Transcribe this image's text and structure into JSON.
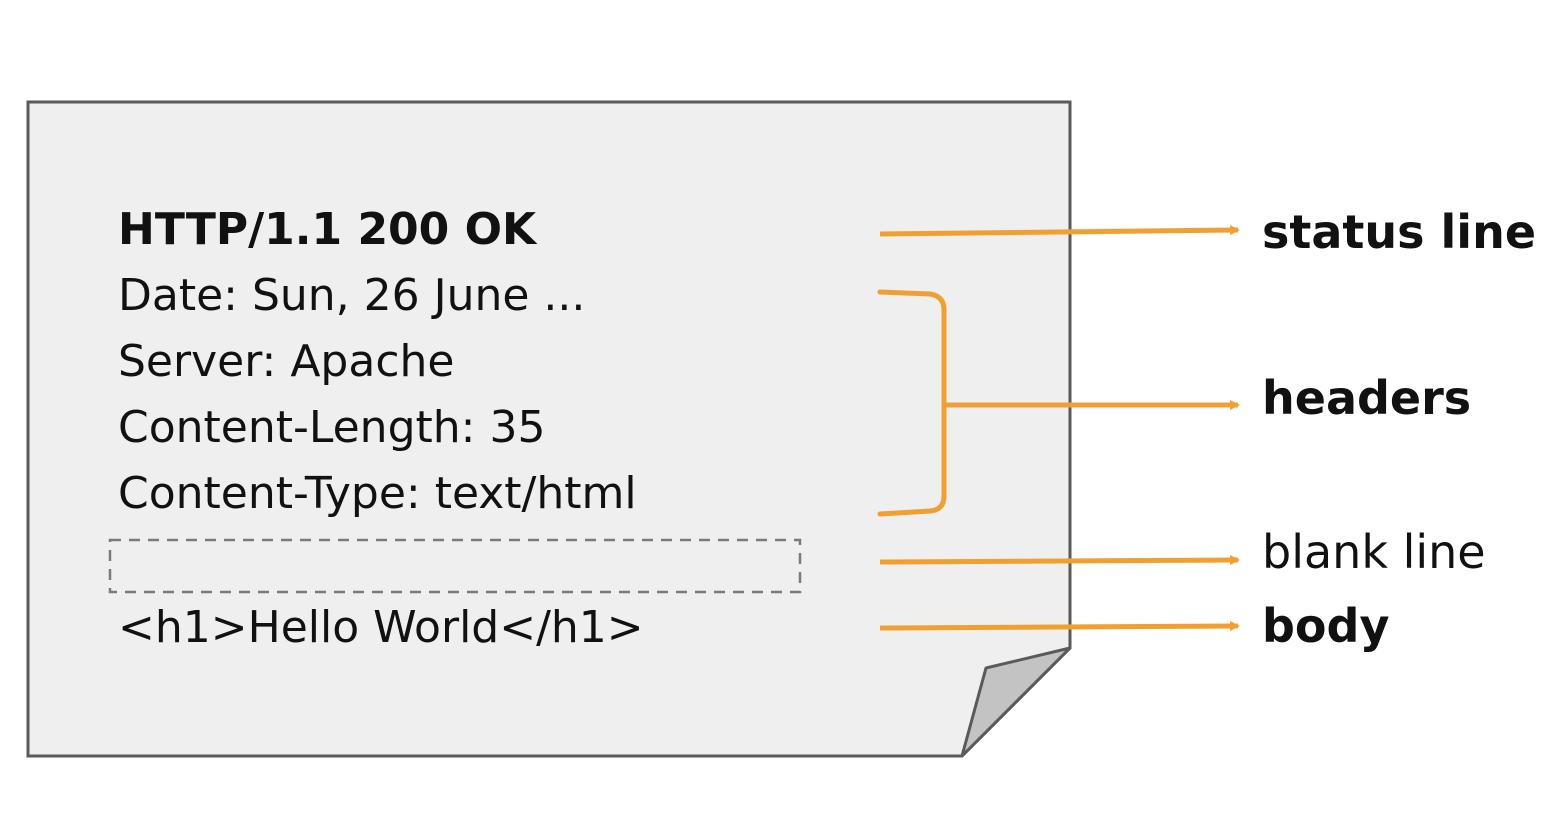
{
  "document": {
    "status_line": "HTTP/1.1 200 OK",
    "headers": [
      "Date: Sun, 26 June ...",
      "Server: Apache",
      "Content-Length: 35",
      "Content-Type: text/html"
    ],
    "body": "<h1>Hello World</h1>"
  },
  "labels": {
    "status_line": "status line",
    "headers": "headers",
    "blank_line": "blank line",
    "body": "body"
  },
  "colors": {
    "arrow": "#F0A030",
    "document_fill": "#EFEFEF",
    "document_border": "#5A5A5A",
    "folded_corner": "#C3C3C3",
    "dashed_box": "#7A7A7A"
  }
}
